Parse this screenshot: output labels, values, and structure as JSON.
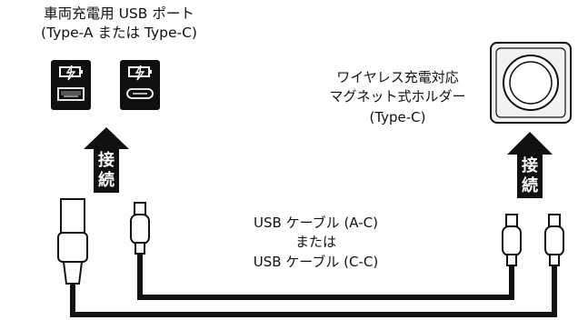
{
  "ports": {
    "title_line1": "車両充電用 USB ポート",
    "title_line2": "(Type-A または Type-C)"
  },
  "holder": {
    "line1": "ワイヤレス充電対応",
    "line2": "マグネット式ホルダー",
    "line3": "(Type-C)"
  },
  "cable": {
    "line1": "USB ケーブル (A-C)",
    "line2": "または",
    "line3": "USB ケーブル (C-C)"
  },
  "arrows": {
    "left_label_top": "接",
    "left_label_bottom": "続",
    "right_label_top": "接",
    "right_label_bottom": "続"
  },
  "colors": {
    "ink": "#111111",
    "port_bg": "#0f0f0f",
    "holder_face": "#f2f2f2"
  },
  "icons": [
    "battery-charging-icon",
    "usb-a-port-icon",
    "usb-c-port-icon",
    "up-arrow-icon"
  ]
}
